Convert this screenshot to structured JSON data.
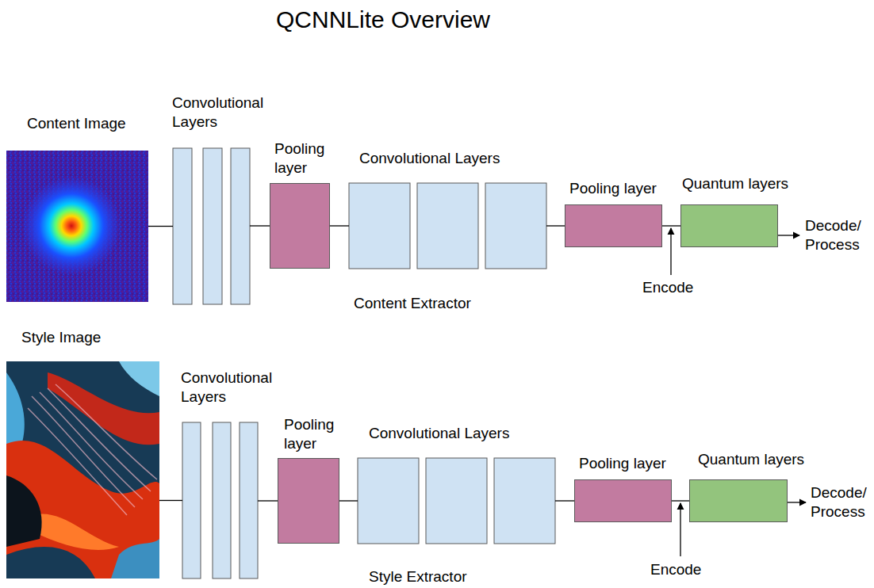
{
  "diagram": {
    "title": "QCNNLite Overview",
    "nodes": [
      {
        "text": [
          "Content Image"
        ]
      },
      {
        "text": [
          "Convolutional Layers"
        ]
      },
      {
        "text": [
          "Pooling layer"
        ]
      },
      {
        "text": [
          "Convolutional Layers"
        ]
      },
      {
        "text": [
          "Pooling layer"
        ]
      },
      {
        "text": [
          "Quantum layers"
        ]
      },
      {
        "text": [
          "Style Image"
        ]
      },
      {
        "text": [
          "Convolutional Layers"
        ]
      },
      {
        "text": [
          "Pooling layer"
        ]
      },
      {
        "text": [
          "Convolutional Layers"
        ]
      },
      {
        "text": [
          "Pooling layer"
        ]
      },
      {
        "text": [
          "Quantum layers"
        ]
      }
    ],
    "edges": [
      {
        "from": 0,
        "to": 1,
        "arrow": "none"
      },
      {
        "from": 1,
        "to": 2,
        "arrow": "none"
      },
      {
        "from": 2,
        "to": 3,
        "arrow": "none"
      },
      {
        "from": 3,
        "to": 4,
        "arrow": "none"
      },
      {
        "from": 4,
        "to": 5,
        "arrow": "none"
      },
      {
        "from": 6,
        "to": 7,
        "arrow": "none"
      },
      {
        "from": 7,
        "to": 8,
        "arrow": "none"
      },
      {
        "from": 8,
        "to": 9,
        "arrow": "none"
      },
      {
        "from": 9,
        "to": 10,
        "arrow": "none"
      },
      {
        "from": 10,
        "to": 11,
        "arrow": "none"
      }
    ],
    "labels": [
      "Content Extractor",
      "Encode",
      "Decode/ Process",
      "Style Extractor",
      "Encode",
      "Decode/ Process"
    ]
  }
}
